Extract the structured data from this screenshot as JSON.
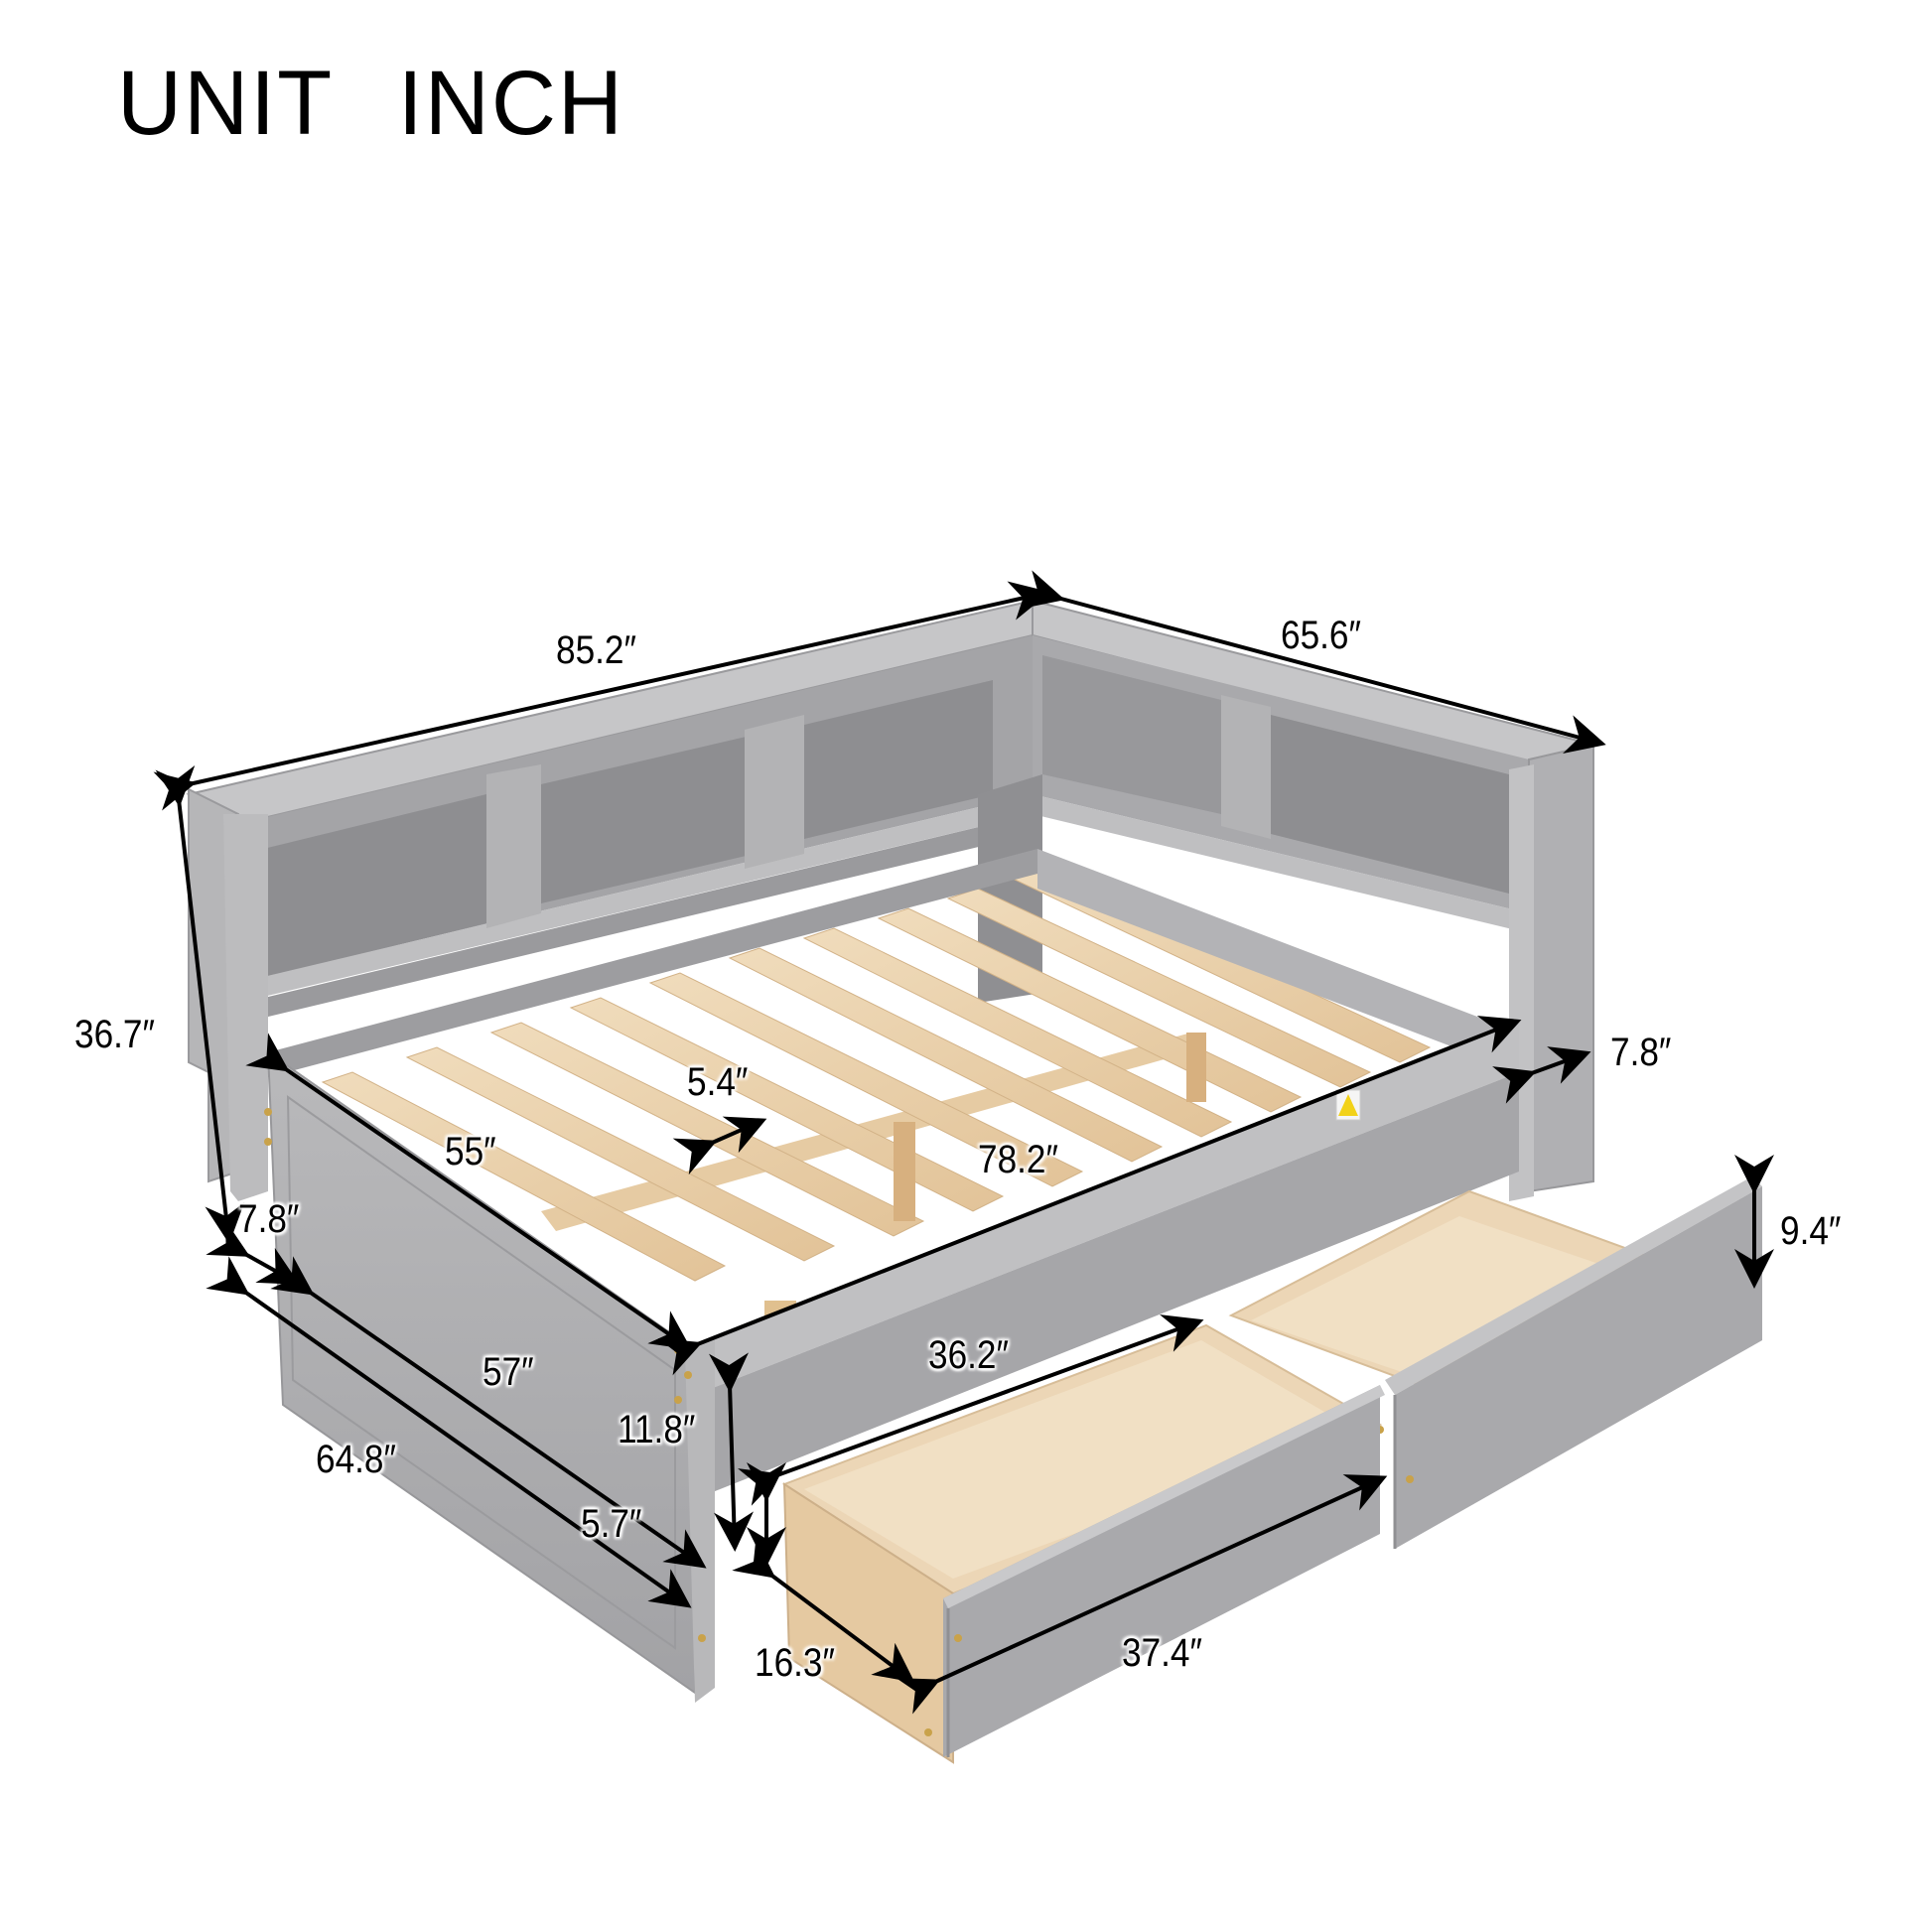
{
  "title": "UNIT  INCH",
  "product": "Daybed with L-shaped bookcase headboard and two storage drawers",
  "colors": {
    "frame_gray": "#a9a9ab",
    "frame_gray_light": "#c4c4c6",
    "frame_gray_dark": "#8f8f92",
    "wood_slat": "#e8cfa8",
    "wood_drawer": "#ecd6b6",
    "arrow": "#000000",
    "background": "#ffffff",
    "warning_label": "#f2d21a"
  },
  "dimensions": {
    "overall_length": "85.2″",
    "overall_width": "65.6″",
    "overall_height": "36.7″",
    "bookcase_depth_left": "7.8″",
    "bookcase_depth_right": "7.8″",
    "slat_spacing": "5.4″",
    "inner_width": "55″",
    "inner_length": "78.2″",
    "side_rail_length": "57″",
    "side_length_total": "64.8″",
    "rail_height": "11.8″",
    "drawer_length_inner": "36.2″",
    "drawer_height_inner": "5.7″",
    "drawer_height": "9.4″",
    "drawer_depth": "16.3″",
    "drawer_length": "37.4″"
  }
}
